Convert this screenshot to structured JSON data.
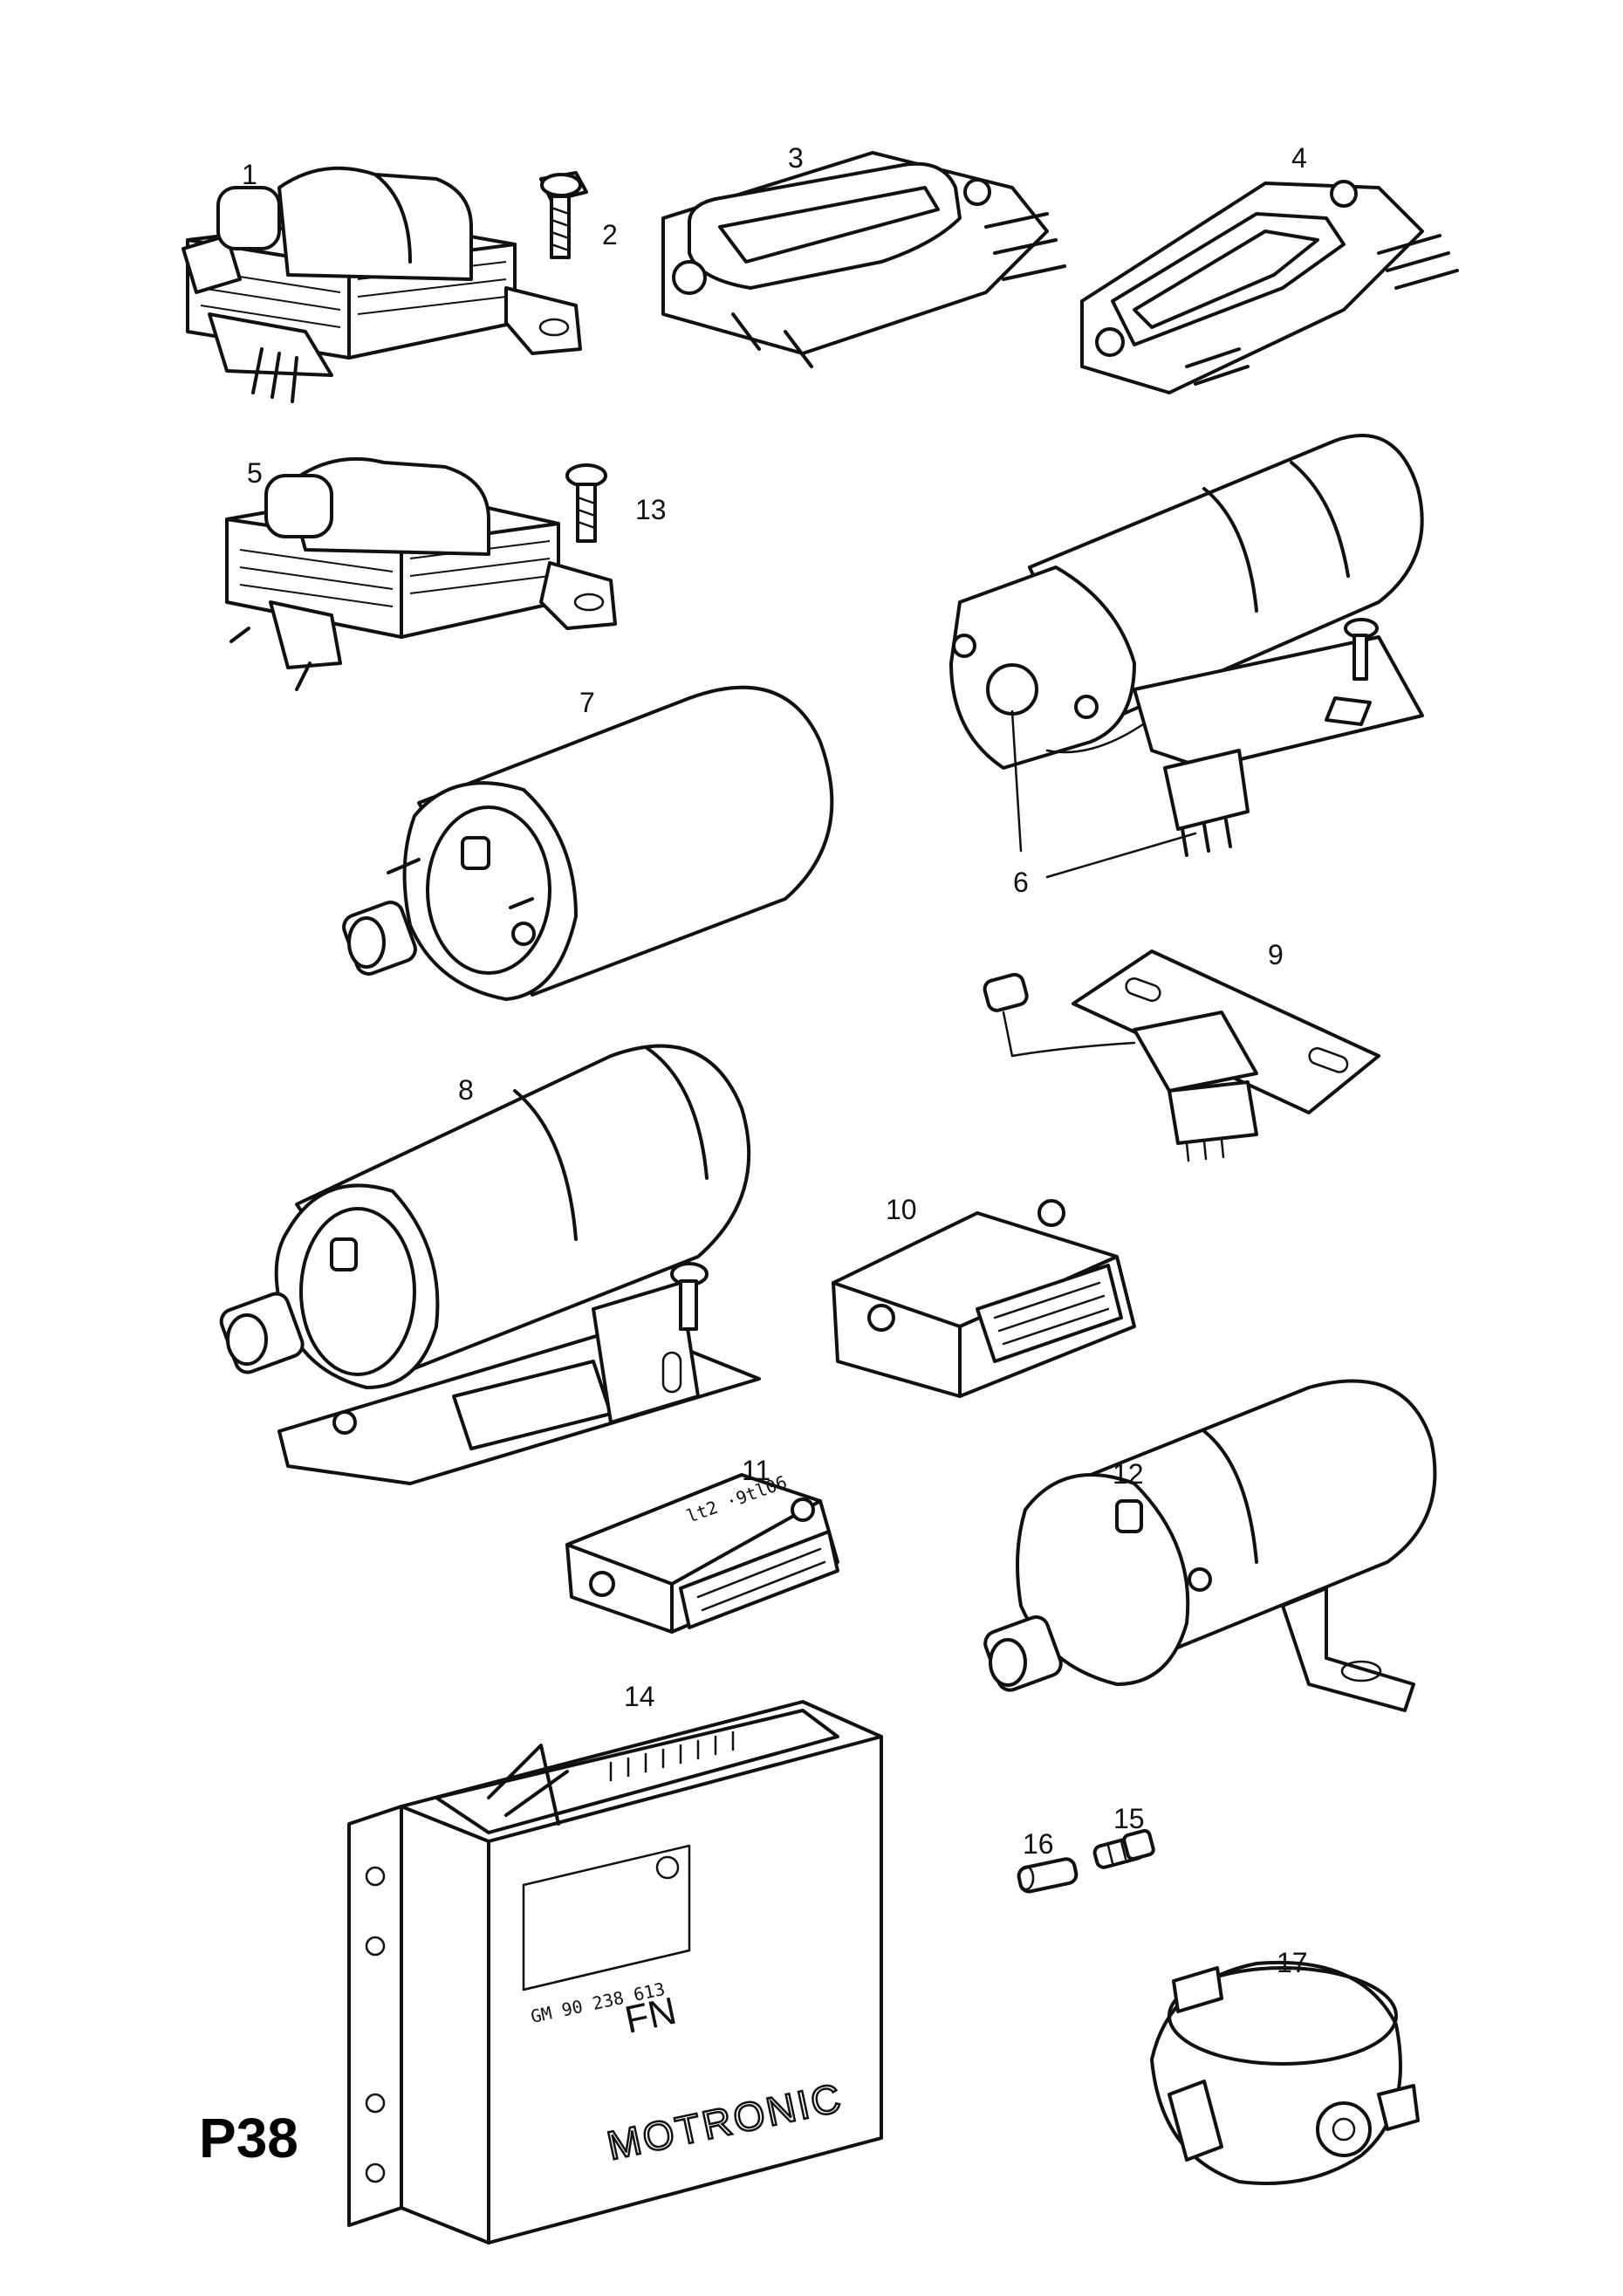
{
  "page_code": "P38",
  "callouts": {
    "c1": "1",
    "c2": "2",
    "c3": "3",
    "c4": "4",
    "c5": "5",
    "c6": "6",
    "c7": "7",
    "c8": "8",
    "c9": "9",
    "c10": "10",
    "c11": "11",
    "c12": "12",
    "c13": "13",
    "c14": "14",
    "c15": "15",
    "c16": "16",
    "c17": "17"
  },
  "ecu": {
    "part_number": "GM 90 238 613",
    "code": "FN",
    "brand": "MOTRONIC"
  },
  "module_11_marking": "lt2 ·9tl06"
}
